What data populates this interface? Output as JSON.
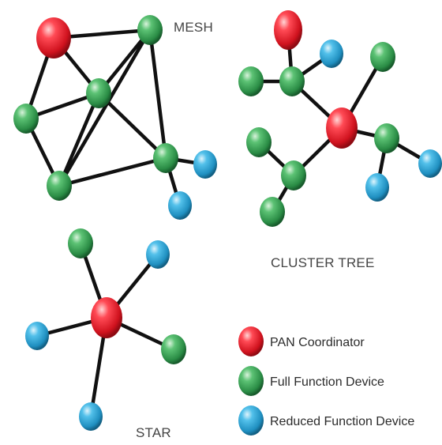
{
  "labels": {
    "mesh": "MESH",
    "cluster_tree": "CLUSTER TREE",
    "star": "STAR"
  },
  "legend": [
    {
      "kind": "pan",
      "label": "PAN Coordinator"
    },
    {
      "kind": "ffd",
      "label": "Full Function Device"
    },
    {
      "kind": "rfd",
      "label": "Reduced Function Device"
    }
  ],
  "colors": {
    "pan": "#e8293a",
    "ffd": "#3aa55a",
    "rfd": "#2fa6d6"
  }
}
